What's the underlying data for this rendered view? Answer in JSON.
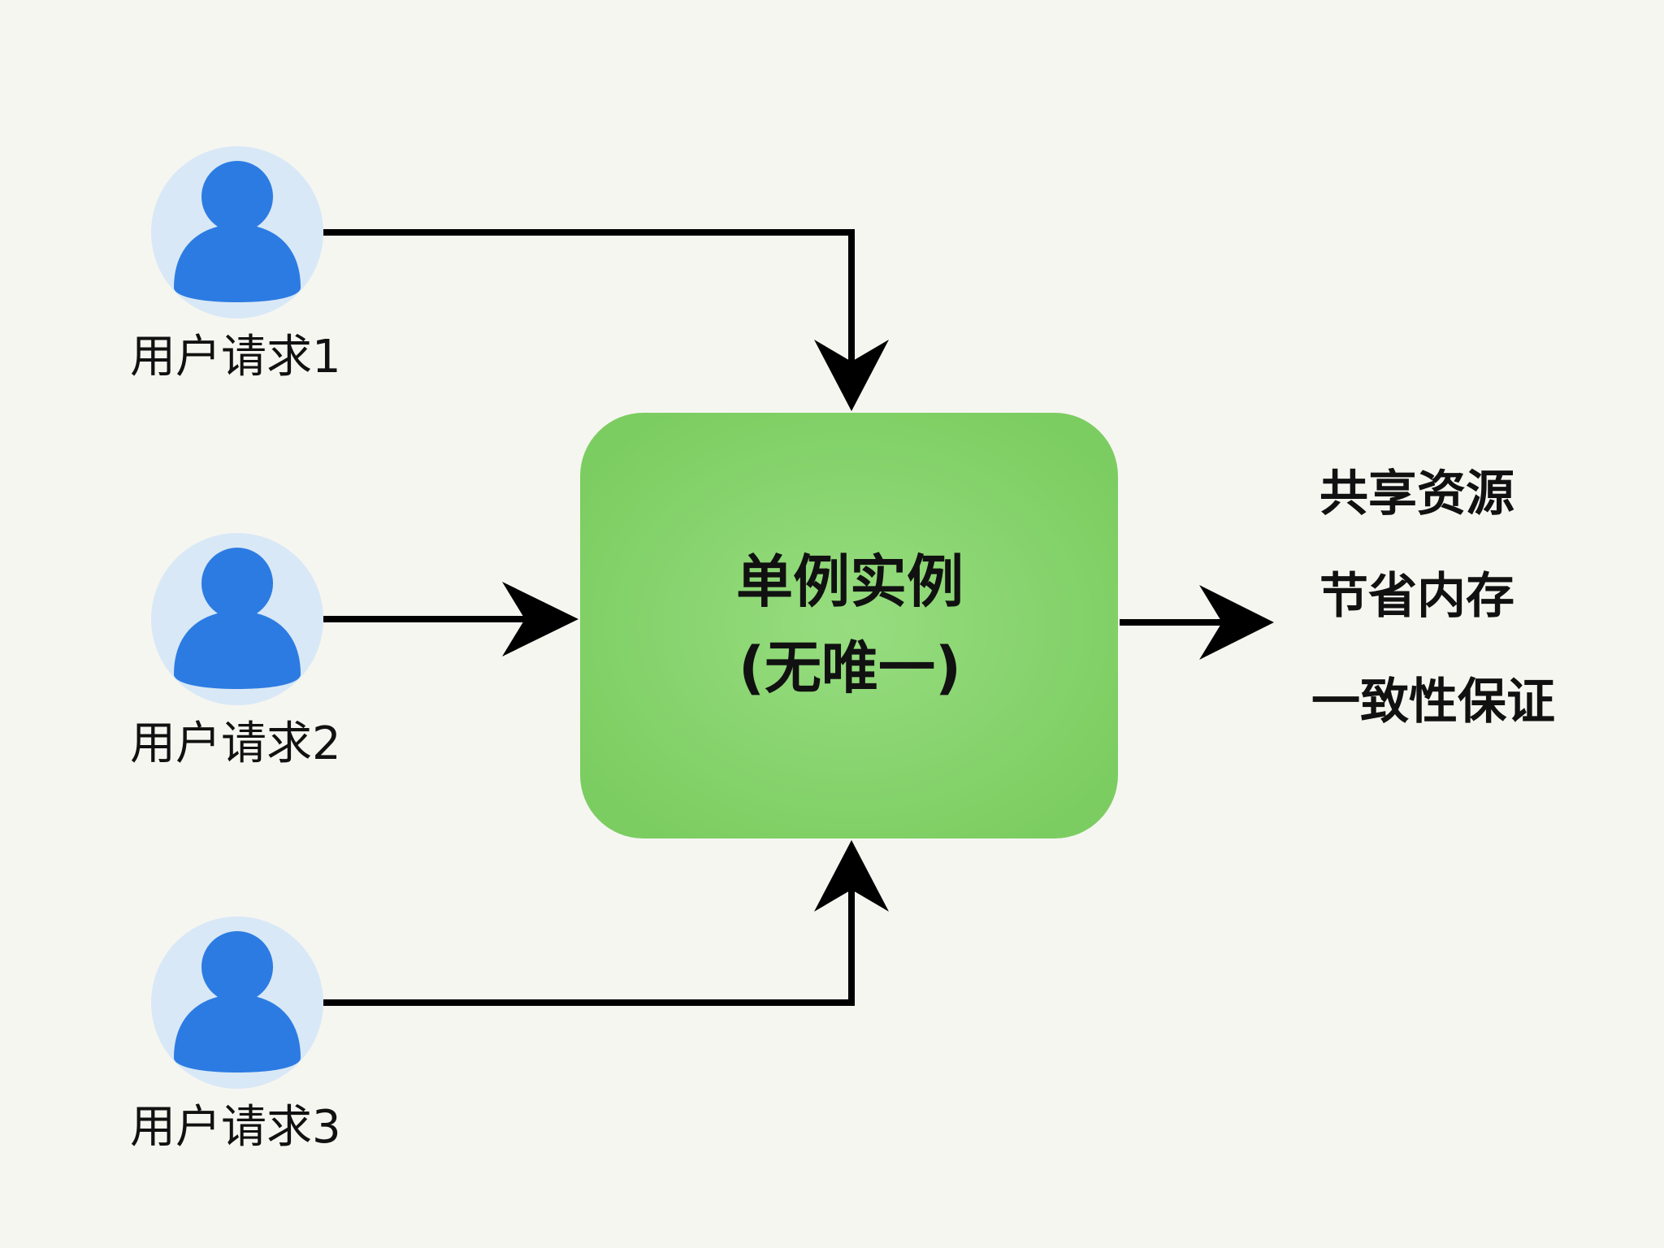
{
  "diagram": {
    "users": [
      {
        "label": "用户请求1"
      },
      {
        "label": "用户请求2"
      },
      {
        "label": "用户请求3"
      }
    ],
    "singleton": {
      "line1": "单例实例",
      "line2": "(无唯一)"
    },
    "benefits": [
      "共享资源",
      "节省内存",
      "一致性保证"
    ]
  },
  "colors": {
    "background": "#f6f6f1",
    "singleton_fill": "#83d166",
    "avatar_blue": "#2c7be2",
    "avatar_light": "#d8e8f6",
    "arrow": "#000000"
  }
}
